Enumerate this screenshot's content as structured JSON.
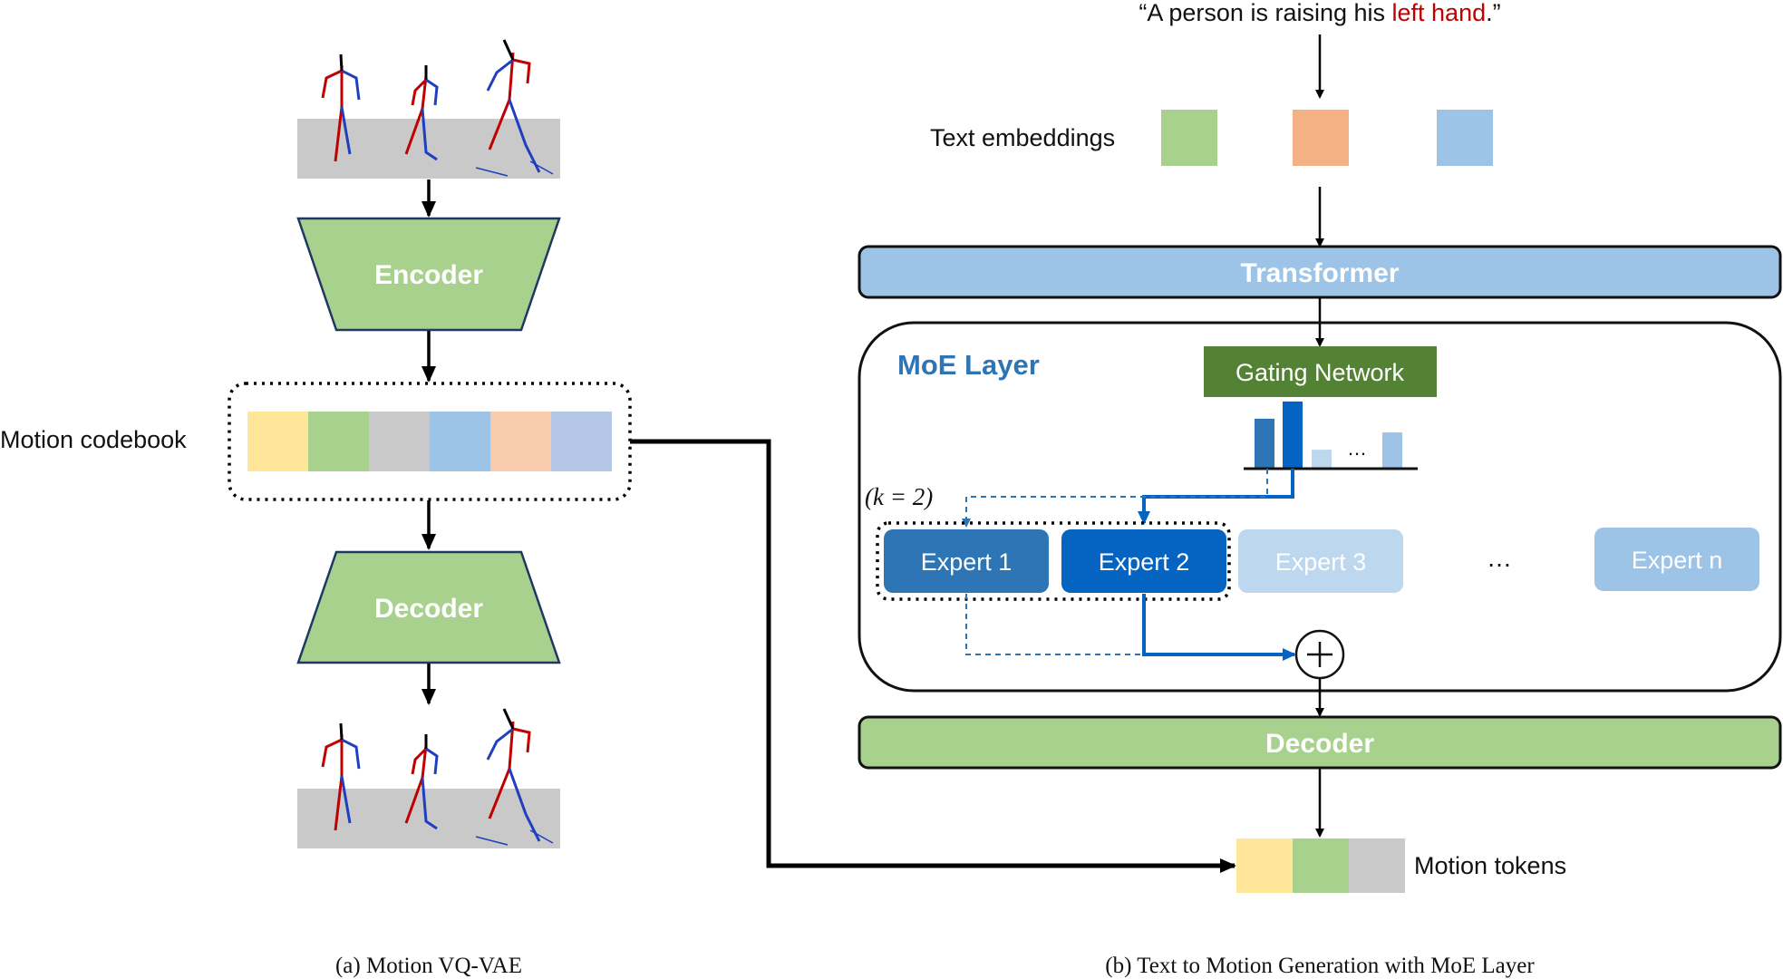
{
  "prompt": {
    "open_quote": "“",
    "text_before": "A person is raising his ",
    "highlight": "left hand",
    "text_after": ".”"
  },
  "left": {
    "codebook_label": "Motion codebook",
    "encoder_label": "Encoder",
    "decoder_label": "Decoder",
    "caption": "(a) Motion VQ-VAE"
  },
  "right": {
    "text_embeddings_label": "Text embeddings",
    "transformer_label": "Transformer",
    "moe_layer_label": "MoE Layer",
    "gating_network_label": "Gating Network",
    "gating_ellipsis": "…",
    "k_label": "(k = 2)",
    "experts": [
      "Expert 1",
      "Expert 2",
      "Expert 3",
      "Expert n"
    ],
    "experts_ellipsis": "…",
    "decoder_label": "Decoder",
    "motion_tokens_label": "Motion tokens",
    "caption": "(b) Text to Motion Generation with MoE Layer"
  },
  "colors": {
    "green": "#a9d18e",
    "orange": "#f4b183",
    "light_blue": "#9dc3e6",
    "yellow": "#ffe699",
    "gray": "#c9c9c9",
    "peach": "#f8cbad",
    "lavender": "#b4c7e7",
    "dark_green": "#548235",
    "expert1_blue": "#2e75b6",
    "expert2_blue": "#0563c1",
    "faded_blue": "#bdd7ee",
    "highlight_red": "#c00000"
  },
  "gating_scores": [
    0.58,
    0.78,
    0.22,
    0.42
  ]
}
